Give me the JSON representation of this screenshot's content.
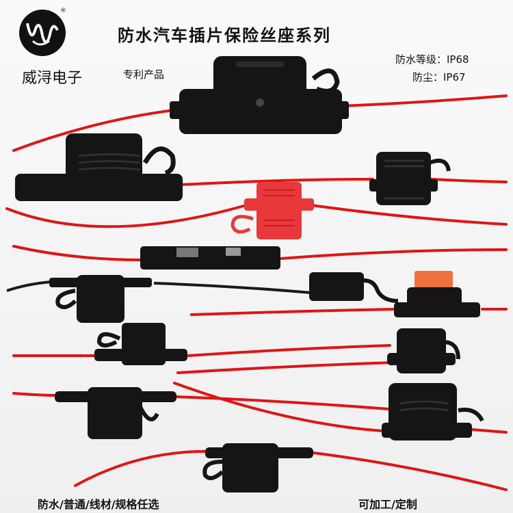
{
  "brand": {
    "name": "威浔电子",
    "logo_icon": "w-swirl-logo-icon",
    "trademark": "®"
  },
  "title": "防水汽车插片保险丝座系列",
  "patent_label": "专利产品",
  "ratings": {
    "waterproof": "防水等级：IP68",
    "dustproof": "防尘：IP67"
  },
  "footer": {
    "left": "防水/普通/线材/规格任选",
    "right": "可加工/定制"
  },
  "colors": {
    "wire": "#e01515",
    "holder": "#151515",
    "red_holder": "#e8383a",
    "fuse": "#f07040"
  }
}
